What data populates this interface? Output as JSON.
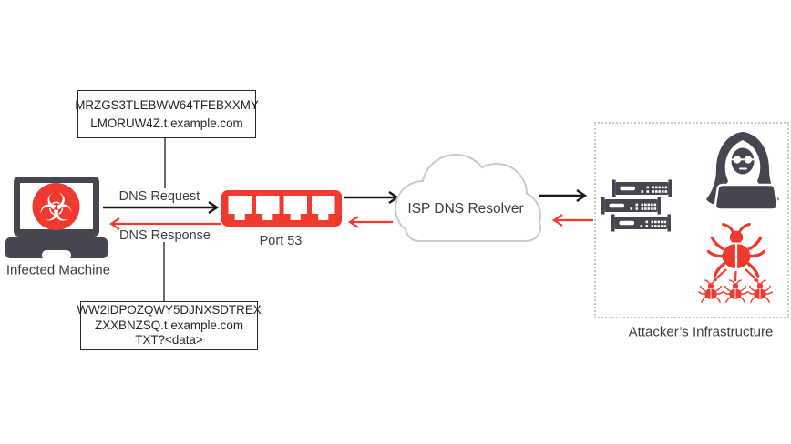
{
  "colors": {
    "red": "#F03A30",
    "dark": "#45464F",
    "cloud": "#C9CBCD",
    "label": "#3C3C44",
    "boxtext": "#26262B",
    "boxborder": "#2A2A2A",
    "black": "#1A1A1A",
    "dashed": "#C9C9C9"
  },
  "nodes": {
    "infected_machine": {
      "label": "Infected Machine"
    },
    "port": {
      "label": "Port 53"
    },
    "resolver": {
      "label": "ISP DNS Resolver"
    },
    "attacker": {
      "label": "Attacker’s Infrastructure"
    }
  },
  "flows": {
    "request": {
      "label": "DNS Request"
    },
    "response": {
      "label": "DNS Response"
    }
  },
  "request_box": {
    "line1": "MRZGS3TLEBWW64TFEBXXMY",
    "line2": "LMORUW4Z.t.example.com"
  },
  "response_box": {
    "line1": "WW2IDPOZQWY5DJNXSDTREX",
    "line2": "ZXXBNZSQ.t.example.com",
    "line3": "TXT?<data>"
  },
  "icons": {
    "biohazard_glyph": "☣"
  }
}
